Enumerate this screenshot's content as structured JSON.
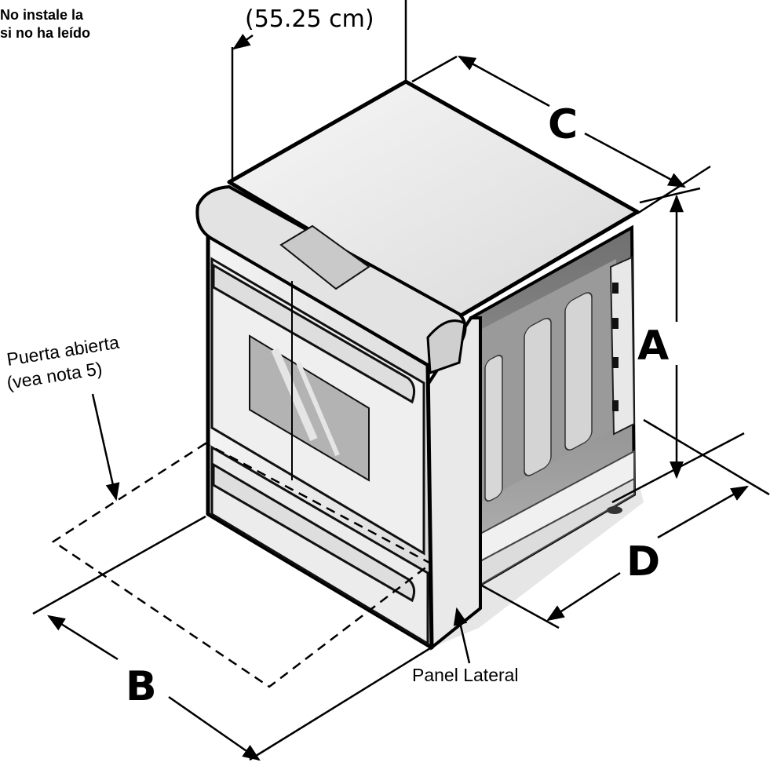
{
  "note": {
    "line1": "No instale la",
    "line2": "si no ha leído"
  },
  "dimensions": {
    "width_value": "(55.25 cm)",
    "label_a": "A",
    "label_b": "B",
    "label_c": "C",
    "label_d": "D"
  },
  "callouts": {
    "door_open_line1": "Puerta abierta",
    "door_open_line2": "(vea nota 5)",
    "side_panel": "Panel Lateral"
  },
  "colors": {
    "outline": "#000000",
    "body_light": "#f2f2f2",
    "body_mid": "#d8d8d8",
    "interior_dark": "#8a8a8a"
  }
}
